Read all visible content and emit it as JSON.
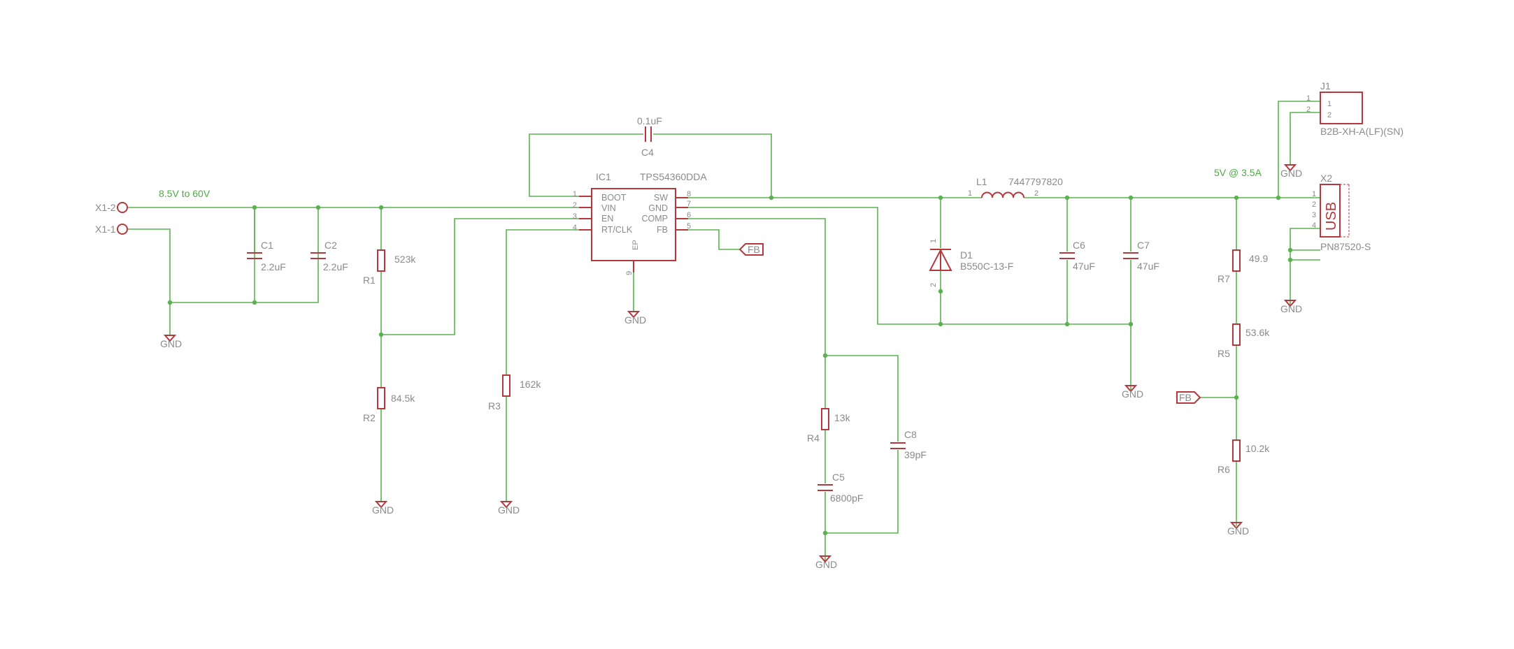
{
  "colors": {
    "wire": "#5ab24e",
    "part": "#b5383d",
    "text": "#8a8a8a",
    "net_label": "#4ea944"
  },
  "nets": {
    "input_label": "8.5V to 60V",
    "output_label": "5V @ 3.5A",
    "fb": "FB",
    "gnd": "GND"
  },
  "connector_x1": {
    "pin2": "X1-2",
    "pin1": "X1-1"
  },
  "ic1": {
    "ref": "IC1",
    "part": "TPS54360DDA",
    "left_pins": [
      {
        "num": "1",
        "name": "BOOT"
      },
      {
        "num": "2",
        "name": "VIN"
      },
      {
        "num": "3",
        "name": "EN"
      },
      {
        "num": "4",
        "name": "RT/CLK"
      }
    ],
    "right_pins": [
      {
        "num": "8",
        "name": "SW"
      },
      {
        "num": "7",
        "name": "GND"
      },
      {
        "num": "6",
        "name": "COMP"
      },
      {
        "num": "5",
        "name": "FB"
      }
    ],
    "ep_label": "EP",
    "ep_num": "9"
  },
  "c1": {
    "ref": "C1",
    "value": "2.2uF"
  },
  "c2": {
    "ref": "C2",
    "value": "2.2uF"
  },
  "c4": {
    "ref": "C4",
    "value": "0.1uF"
  },
  "c5": {
    "ref": "C5",
    "value": "6800pF"
  },
  "c6": {
    "ref": "C6",
    "value": "47uF"
  },
  "c7": {
    "ref": "C7",
    "value": "47uF"
  },
  "c8": {
    "ref": "C8",
    "value": "39pF"
  },
  "r1": {
    "ref": "R1",
    "value": "523k"
  },
  "r2": {
    "ref": "R2",
    "value": "84.5k"
  },
  "r3": {
    "ref": "R3",
    "value": "162k"
  },
  "r4": {
    "ref": "R4",
    "value": "13k"
  },
  "r5": {
    "ref": "R5",
    "value": "53.6k"
  },
  "r6": {
    "ref": "R6",
    "value": "10.2k"
  },
  "r7": {
    "ref": "R7",
    "value": "49.9"
  },
  "l1": {
    "ref": "L1",
    "value": "7447797820",
    "pin1": "1",
    "pin2": "2"
  },
  "d1": {
    "ref": "D1",
    "value": "B550C-13-F",
    "pin1": "1",
    "pin2": "2"
  },
  "j1": {
    "ref": "J1",
    "value": "B2B-XH-A(LF)(SN)",
    "pins": [
      "1",
      "2"
    ]
  },
  "x2": {
    "ref": "X2",
    "value": "PN87520-S",
    "body": "USB",
    "pins": [
      "1",
      "2",
      "3",
      "4"
    ]
  }
}
